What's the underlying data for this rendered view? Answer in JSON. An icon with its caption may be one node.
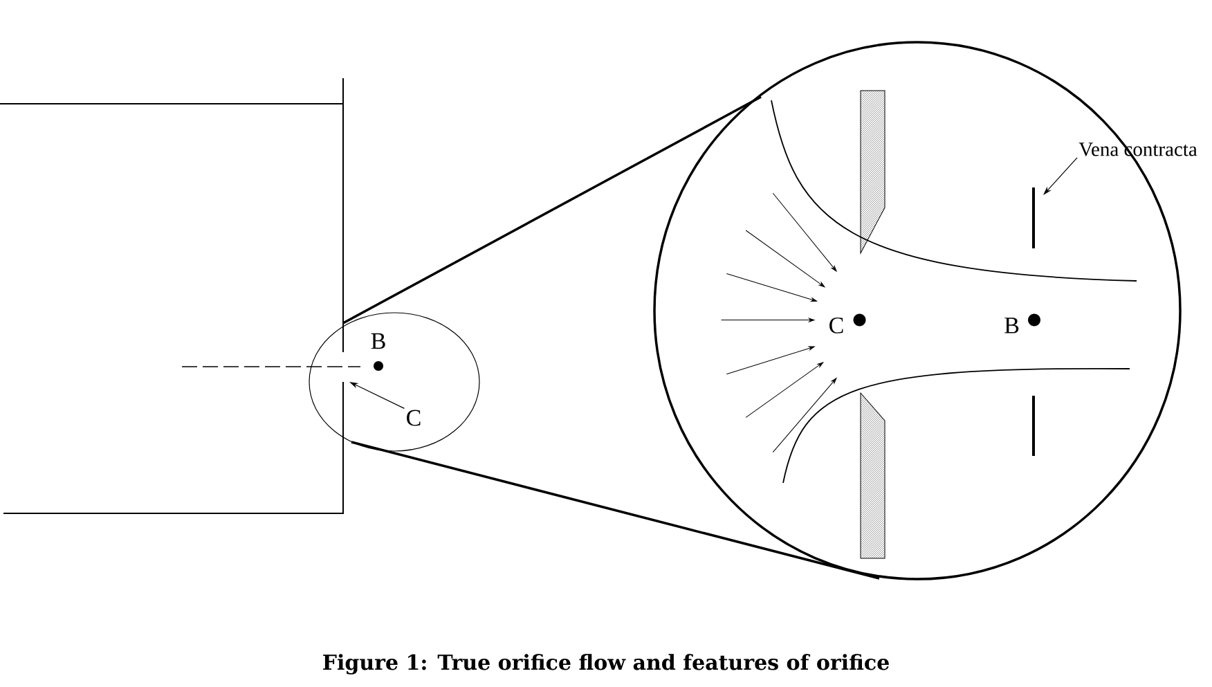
{
  "diagram": {
    "caption": "Figure 1: True orifice flow and features of orifice",
    "nodes": [
      {
        "text": [
          "B"
        ]
      },
      {
        "text": [
          "C"
        ]
      },
      {
        "text": [
          "C"
        ]
      },
      {
        "text": [
          "B"
        ]
      },
      {
        "text": [
          "Vena contracta"
        ]
      }
    ],
    "edges": [
      {
        "from": 1,
        "to": null,
        "arrow": "to"
      },
      {
        "from": 4,
        "to": null,
        "arrow": "to"
      }
    ]
  }
}
